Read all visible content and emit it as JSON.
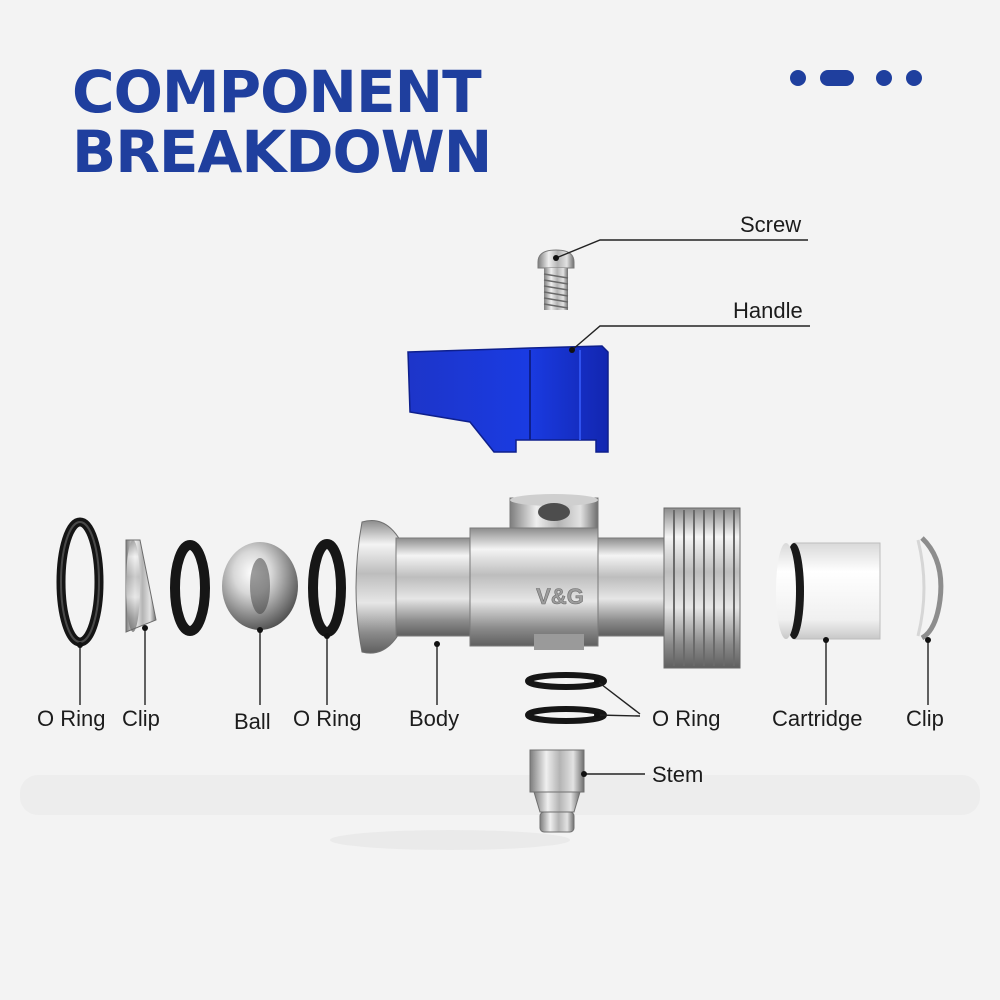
{
  "title": {
    "line1": "COMPONENT",
    "line2": "BREAKDOWN"
  },
  "brand_mark": "V&G",
  "colors": {
    "title": "#1f3f9e",
    "handle": "#1530d6",
    "background": "#f3f3f3"
  },
  "labels": {
    "screw": "Screw",
    "handle": "Handle",
    "o_ring_left": "O Ring",
    "clip_left": "Clip",
    "ball": "Ball",
    "o_ring_mid": "O Ring",
    "body": "Body",
    "o_ring_stem": "O Ring",
    "cartridge": "Cartridge",
    "clip_right": "Clip",
    "stem": "Stem"
  }
}
